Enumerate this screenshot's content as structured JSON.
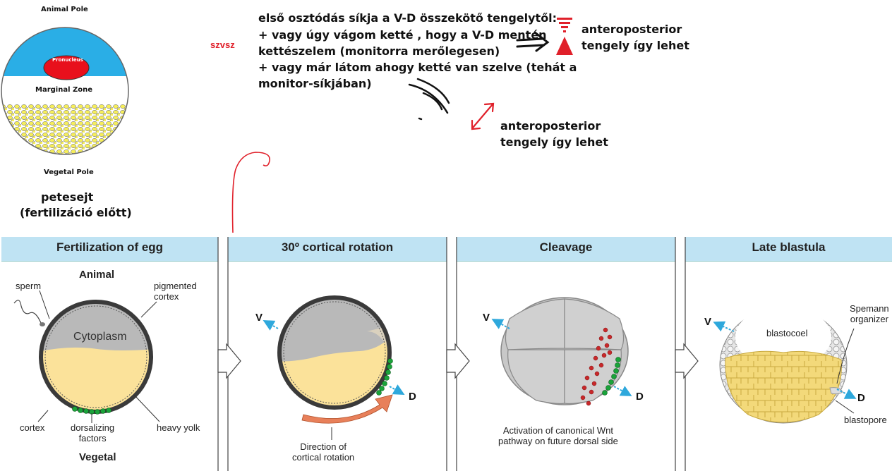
{
  "egg": {
    "animal_pole": "Animal Pole",
    "pronucleus": "Pronucleus",
    "marginal_zone": "Marginal Zone",
    "vegetal_pole": "Vegetal Pole",
    "caption_line1": "petesejt",
    "caption_line2": "(fertilizáció előtt)"
  },
  "notes": {
    "red_tag": "szvsz",
    "line1": "első osztódás síkja a V-D összekötő tengelytől:",
    "line2": "+ vagy úgy vágom ketté , hogy a V-D mentén",
    "line3": "kettészelem (monitorra merőlegesen)",
    "line4": "+ vagy már látom ahogy ketté van szelve (tehát a",
    "line5": "monitor-síkjában)",
    "ap1_line1": "anteroposterior",
    "ap1_line2": "tengely így lehet",
    "ap2_line1": "anteroposterior",
    "ap2_line2": "tengely így lehet"
  },
  "panels": [
    {
      "title": "Fertilization of egg",
      "animal": "Animal",
      "vegetal": "Vegetal",
      "sperm": "sperm",
      "pigmented_cortex": "pigmented\ncortex",
      "cytoplasm": "Cytoplasm",
      "cortex": "cortex",
      "dorsalizing": "dorsalizing\nfactors",
      "heavy_yolk": "heavy yolk"
    },
    {
      "title": "30º cortical rotation",
      "v": "V",
      "d": "D",
      "direction": "Direction of\ncortical rotation"
    },
    {
      "title": "Cleavage",
      "v": "V",
      "d": "D",
      "activation": "Activation of canonical Wnt\npathway on future dorsal side"
    },
    {
      "title": "Late blastula",
      "v": "V",
      "d": "D",
      "blastocoel": "blastocoel",
      "spemann": "Spemann\norganizer",
      "blastopore": "blastopore"
    }
  ],
  "colors": {
    "header_bg": "#bfe3f3",
    "yolk": "#fbe29a",
    "cytoplasm": "#b9b9b9",
    "green": "#1aa33a",
    "red_mark": "#e0202a",
    "blue_arrow": "#2ea8dc",
    "rotation_arrow": "#e8805a"
  }
}
